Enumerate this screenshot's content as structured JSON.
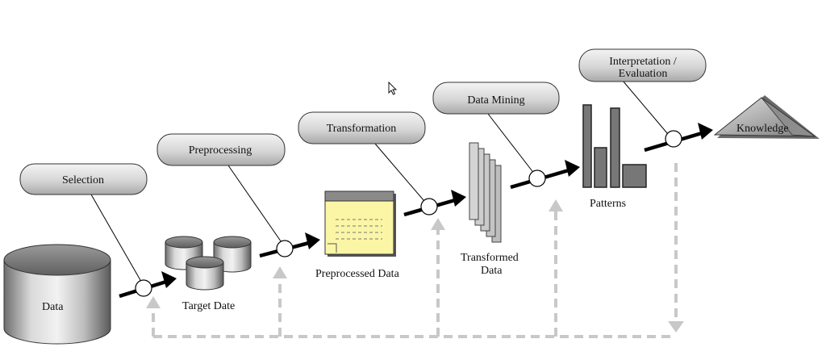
{
  "steps": {
    "selection": "Selection",
    "preprocessing": "Preprocessing",
    "transformation": "Transformation",
    "data_mining": "Data Mining",
    "interpretation_line1": "Interpretation /",
    "interpretation_line2": "Evaluation"
  },
  "items": {
    "data": "Data",
    "target_data": "Target Date",
    "preprocessed_data": "Preprocessed Data",
    "transformed_data_line1": "Transformed",
    "transformed_data_line2": "Data",
    "patterns": "Patterns",
    "knowledge": "Knowledge"
  },
  "colors": {
    "pill_fill": "#d4d4d4",
    "note_fill": "#fbf6a6",
    "feedback_line": "#c8c8c8",
    "arrow": "#000000"
  }
}
